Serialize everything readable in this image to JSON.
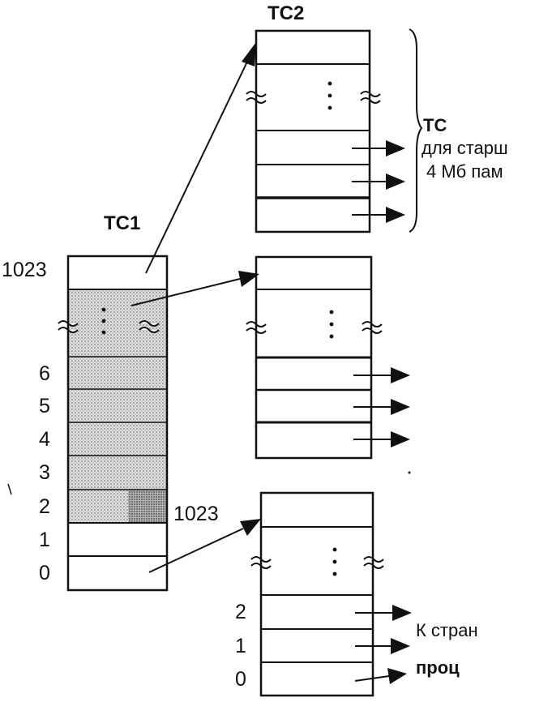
{
  "tc1": {
    "title": "ТС1",
    "top_index": "1023",
    "indices": [
      "6",
      "5",
      "4",
      "3",
      "2",
      "1",
      "0"
    ]
  },
  "tc2": {
    "title": "ТС2",
    "note_line1": "ТС",
    "note_line2": "для старш",
    "note_line3": "4 Мб пам"
  },
  "page_table_low": {
    "top_index": "1023",
    "indices": [
      "2",
      "1",
      "0"
    ],
    "note_line1": "К стран",
    "note_line2": "проц"
  },
  "colors": {
    "ink": "#111111",
    "shade_light": "#d9d9d9",
    "shade_dark": "#a8a8a8"
  }
}
